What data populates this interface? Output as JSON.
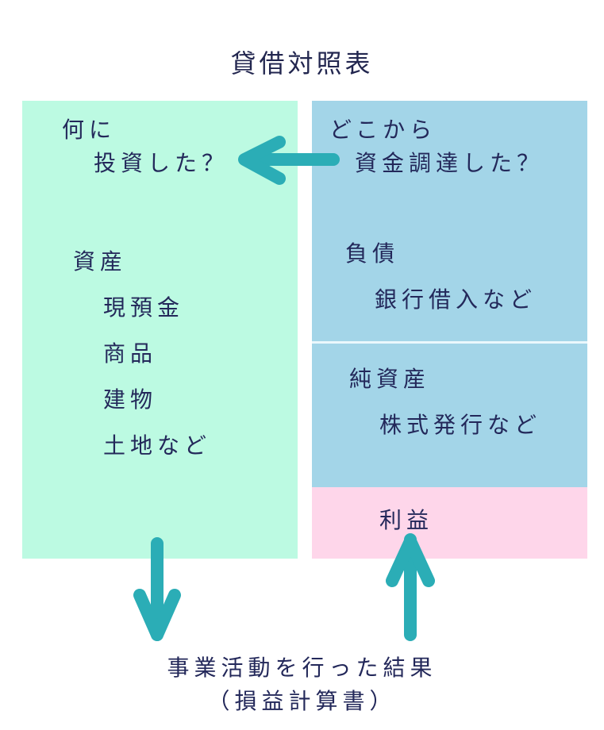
{
  "title": "貸借対照表",
  "assets": {
    "question_line1": "何に",
    "question_line2": "投資した？",
    "heading": "資産",
    "items": [
      "現預金",
      "商品",
      "建物",
      "土地など"
    ]
  },
  "funding": {
    "question_line1": "どこから",
    "question_line2": "資金調達した？",
    "liabilities": {
      "heading": "負債",
      "example": "銀行借入など"
    },
    "equity": {
      "heading": "純資産",
      "example": "株式発行など"
    },
    "profit": {
      "heading": "利益"
    }
  },
  "result": {
    "line1": "事業活動を行った結果",
    "line2": "（損益計算書）"
  },
  "colors": {
    "assets": "#bcfae2",
    "funding": "#a3d5e8",
    "profit": "#fed6ea",
    "arrow": "#2badb6",
    "text": "#23285a"
  }
}
